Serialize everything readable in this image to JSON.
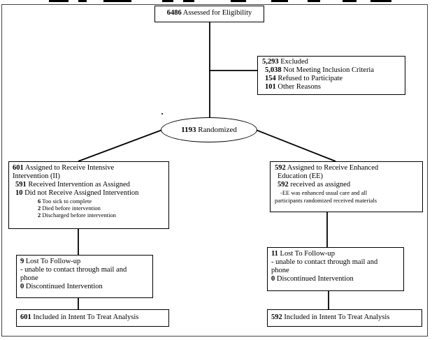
{
  "assessed": {
    "num": "6486",
    "text": " Assessed for Eligibility"
  },
  "excluded": {
    "main_num": "5,293",
    "main_text": " Excluded",
    "items": [
      {
        "num": "5,038",
        "text": " Not Meeting Inclusion Criteria"
      },
      {
        "num": "154",
        "text": " Refused to Participate"
      },
      {
        "num": "101",
        "text": " Other Reasons"
      }
    ]
  },
  "randomized": {
    "num": "1193",
    "text": " Randomized"
  },
  "left_alloc": {
    "num": "601",
    "text": " Assigned to Receive Intensive",
    "text2": "Intervention (II)",
    "received_num": "591",
    "received_text": " Received Intervention as Assigned",
    "not_received_num": "10",
    "not_received_text": " Did not Receive Assigned Intervention",
    "reasons": [
      {
        "num": "6",
        "text": "  Too sick to complete"
      },
      {
        "num": "2",
        "text": " Died before intervention"
      },
      {
        "num": "2",
        "text": " Discharged before intervention"
      }
    ]
  },
  "right_alloc": {
    "num": "592",
    "text": " Assigned to Receive Enhanced",
    "text2": "Education (EE)",
    "received_num": "592",
    "received_text": " received as assigned",
    "note1": "-EE was enhanced usual care and all",
    "note2": "participants randomized received materials"
  },
  "left_followup": {
    "num": "9",
    "text": " Lost To Follow-up",
    "line2": " - unable to contact through mail and",
    "line3": "phone",
    "disc_num": "0",
    "disc_text": " Discontinued Intervention"
  },
  "right_followup": {
    "num": "11",
    "text": " Lost To Follow-up",
    "line2": " - unable to contact through mail and",
    "line3": "phone",
    "disc_num": "0",
    "disc_text": " Discontinued Intervention"
  },
  "left_analysis": {
    "num": "601",
    "text": " Included in Intent To Treat Analysis"
  },
  "right_analysis": {
    "num": "592",
    "text": " Included in Intent To Treat Analysis"
  },
  "colors": {
    "line": "#000000",
    "frame": "#444444",
    "background": "#ffffff"
  }
}
